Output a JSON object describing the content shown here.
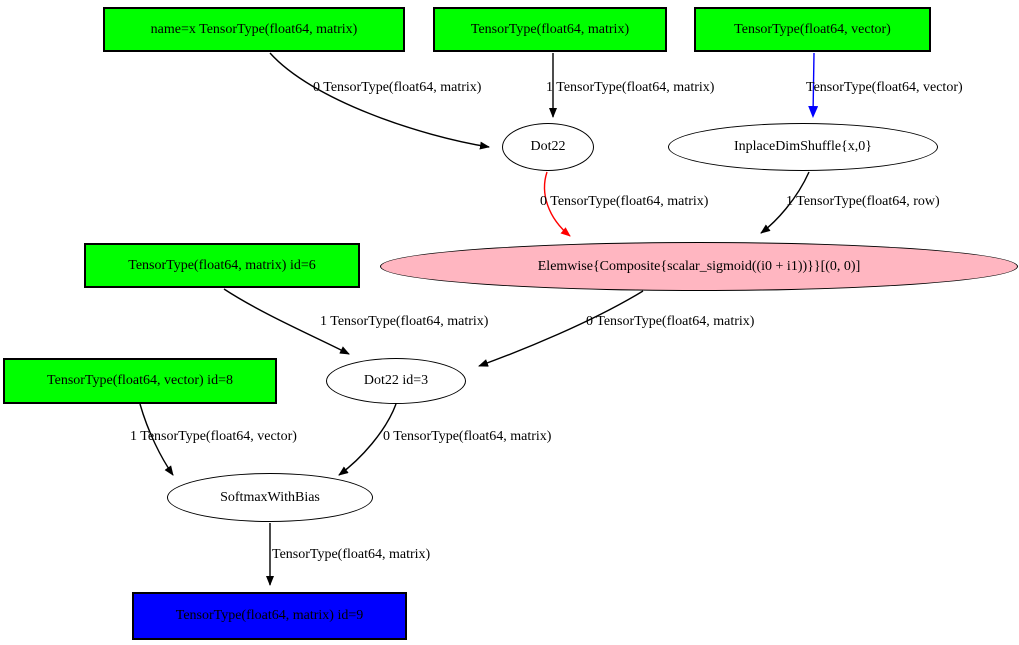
{
  "diagram_type": "theano-computation-graph",
  "colors": {
    "input_fill": "#00ff00",
    "output_fill": "#0000ff",
    "elemwise_fill": "#ffb6c1",
    "edge_default": "#000000",
    "edge_red": "#ff0000",
    "edge_blue": "#0000ff"
  },
  "nodes": {
    "input_x": {
      "label": "name=x TensorType(float64, matrix)",
      "shape": "box",
      "fill": "#00ff00"
    },
    "input_w": {
      "label": "TensorType(float64, matrix)",
      "shape": "box",
      "fill": "#00ff00"
    },
    "input_v": {
      "label": "TensorType(float64, vector)",
      "shape": "box",
      "fill": "#00ff00"
    },
    "dot22": {
      "label": "Dot22",
      "shape": "ellipse",
      "fill": "#ffffff"
    },
    "dimshuffle": {
      "label": "InplaceDimShuffle{x,0}",
      "shape": "ellipse",
      "fill": "#ffffff"
    },
    "elemwise": {
      "label": "Elemwise{Composite{scalar_sigmoid((i0 + i1))}}[(0, 0)]",
      "shape": "ellipse",
      "fill": "#ffb6c1"
    },
    "input_id6": {
      "label": "TensorType(float64, matrix) id=6",
      "shape": "box",
      "fill": "#00ff00"
    },
    "dot22_id3": {
      "label": "Dot22 id=3",
      "shape": "ellipse",
      "fill": "#ffffff"
    },
    "input_id8": {
      "label": "TensorType(float64, vector) id=8",
      "shape": "box",
      "fill": "#00ff00"
    },
    "softmax": {
      "label": "SoftmaxWithBias",
      "shape": "ellipse",
      "fill": "#ffffff"
    },
    "output_id9": {
      "label": "TensorType(float64, matrix) id=9",
      "shape": "box",
      "fill": "#0000ff"
    }
  },
  "edges": [
    {
      "from": "input_x",
      "to": "dot22",
      "color": "black",
      "label": "0 TensorType(float64, matrix)"
    },
    {
      "from": "input_w",
      "to": "dot22",
      "color": "black",
      "label": "1 TensorType(float64, matrix)"
    },
    {
      "from": "input_v",
      "to": "dimshuffle",
      "color": "blue",
      "label": "TensorType(float64, vector)"
    },
    {
      "from": "dot22",
      "to": "elemwise",
      "color": "red",
      "label": "0 TensorType(float64, matrix)"
    },
    {
      "from": "dimshuffle",
      "to": "elemwise",
      "color": "black",
      "label": "1 TensorType(float64, row)"
    },
    {
      "from": "input_id6",
      "to": "dot22_id3",
      "color": "black",
      "label": "1 TensorType(float64, matrix)"
    },
    {
      "from": "elemwise",
      "to": "dot22_id3",
      "color": "black",
      "label": "0 TensorType(float64, matrix)"
    },
    {
      "from": "input_id8",
      "to": "softmax",
      "color": "black",
      "label": "1 TensorType(float64, vector)"
    },
    {
      "from": "dot22_id3",
      "to": "softmax",
      "color": "black",
      "label": "0 TensorType(float64, matrix)"
    },
    {
      "from": "softmax",
      "to": "output_id9",
      "color": "black",
      "label": "TensorType(float64, matrix)"
    }
  ]
}
